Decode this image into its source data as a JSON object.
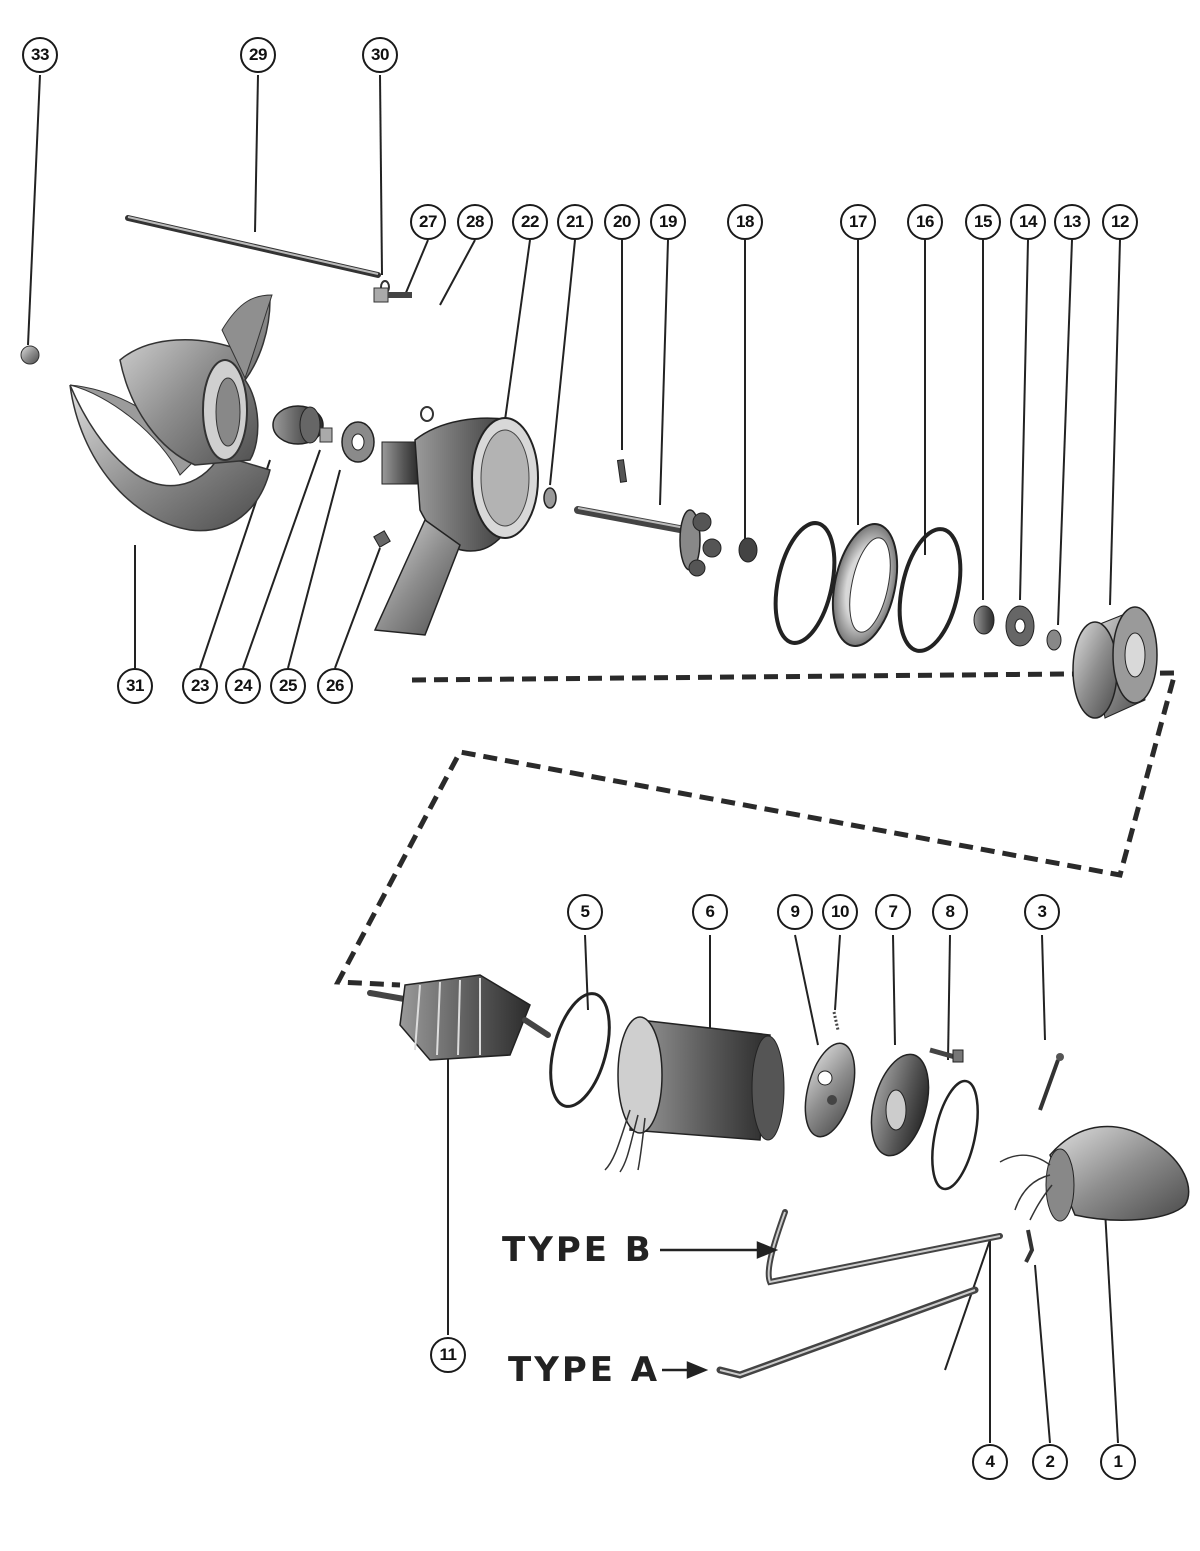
{
  "callouts": {
    "c1": "1",
    "c2": "2",
    "c3": "3",
    "c4": "4",
    "c5": "5",
    "c6": "6",
    "c7": "7",
    "c8": "8",
    "c9": "9",
    "c10": "10",
    "c11": "11",
    "c12": "12",
    "c13": "13",
    "c14": "14",
    "c15": "15",
    "c16": "16",
    "c17": "17",
    "c18": "18",
    "c19": "19",
    "c20": "20",
    "c21": "21",
    "c22": "22",
    "c23": "23",
    "c24": "24",
    "c25": "25",
    "c26": "26",
    "c27": "27",
    "c28": "28",
    "c29": "29",
    "c30": "30",
    "c31": "31",
    "c33": "33"
  },
  "labels": {
    "type_b": "TYPE B",
    "type_a": "TYPE A"
  },
  "colors": {
    "ink": "#1a1a1a",
    "part_shade": "#8a8a8a",
    "part_light": "#c8c8c8"
  }
}
